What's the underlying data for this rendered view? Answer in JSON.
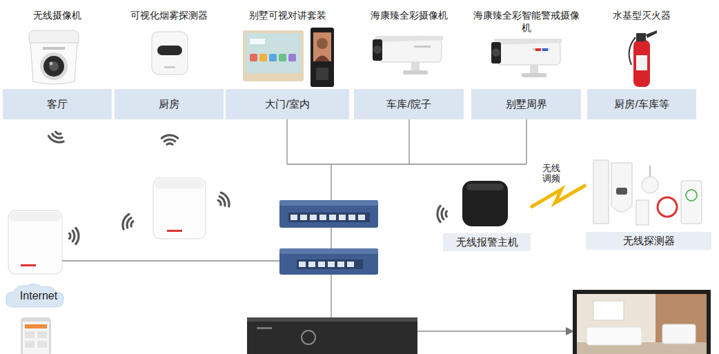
{
  "diagram": {
    "nodes": [
      {
        "text": [
          "无线摄像机",
          "客厅"
        ]
      },
      {
        "text": [
          "可视化烟雾探测器",
          "厨房"
        ]
      },
      {
        "text": [
          "别墅可视对讲套装",
          "大门/室内"
        ]
      },
      {
        "text": [
          "海康臻全彩摄像机",
          "车库/院子"
        ]
      },
      {
        "text": [
          "海康臻全彩智能警戒摄像机",
          "别墅周界"
        ]
      },
      {
        "text": [
          "水基型灭火器",
          "厨房/车库等"
        ]
      },
      {
        "text": [
          "Internet"
        ]
      },
      {
        "text": [
          "无线报警主机"
        ]
      },
      {
        "text": [
          "无线探测器"
        ]
      }
    ],
    "edges": [
      {
        "from": 7,
        "to": 8,
        "label": "无线调频",
        "arrow": "none"
      }
    ]
  }
}
